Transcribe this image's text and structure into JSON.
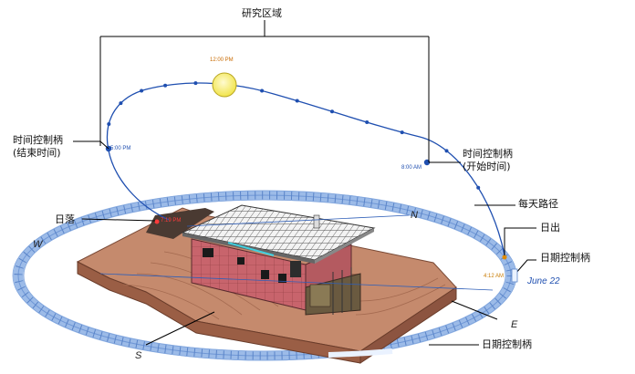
{
  "labels": {
    "study_area": "研究区域",
    "time_handle_end_line1": "时间控制柄",
    "time_handle_end_line2": "(结束时间)",
    "time_handle_start_line1": "时间控制柄",
    "time_handle_start_line2": "(开始时间)",
    "daily_path": "每天路径",
    "sunrise": "日出",
    "date_handle_right": "日期控制柄",
    "sunset": "日落",
    "date_handle_bottom": "日期控制柄"
  },
  "sun_times": {
    "noon": "12:00 PM",
    "end": "5:00 PM",
    "start": "8:00 AM",
    "sunset": "7:19 PM",
    "sunrise": "4:12 AM"
  },
  "date": "June 22",
  "compass": {
    "north": "N",
    "south": "S",
    "east": "E",
    "west": "W"
  },
  "colors": {
    "path_blue": "#1f4fb0",
    "sun_yellow": "#f7ef6a",
    "noon_label": "#c86a00",
    "sunset_label": "#ff3b3b",
    "sunrise_label": "#c87a00",
    "ring_blue": "#8fb2e6",
    "terrain": "#b98064",
    "wall_red": "#c8646c"
  },
  "icons": {
    "sun": "sun-icon",
    "house": "house-model"
  }
}
